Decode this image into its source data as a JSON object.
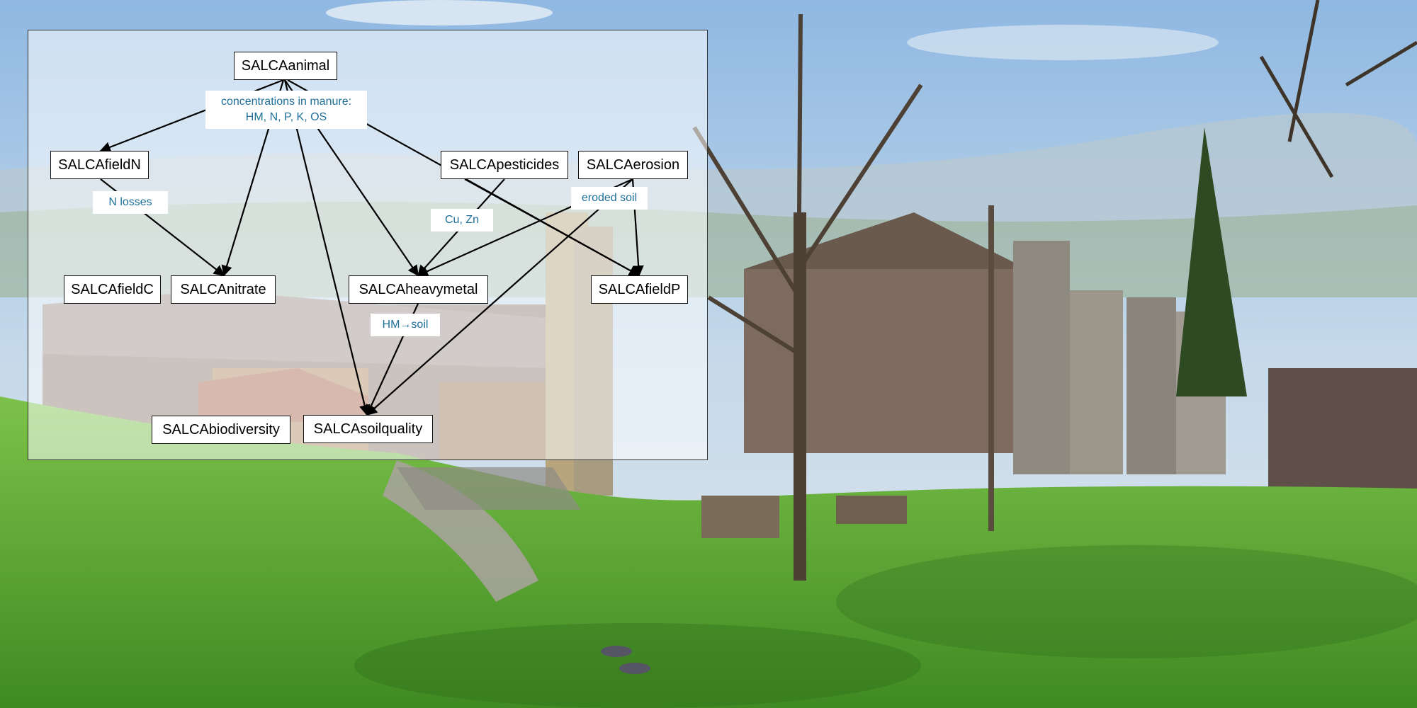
{
  "nodes": {
    "animal": "SALCAanimal",
    "fieldN": "SALCAfieldN",
    "pesticides": "SALCApesticides",
    "erosion": "SALCAerosion",
    "fieldC": "SALCAfieldC",
    "nitrate": "SALCAnitrate",
    "heavymetal": "SALCAheavymetal",
    "fieldP": "SALCAfieldP",
    "biodiversity": "SALCAbiodiversity",
    "soilquality": "SALCAsoilquality"
  },
  "edge_labels": {
    "manure_line1": "concentrations in manure:",
    "manure_line2": "HM, N, P, K, OS",
    "n_losses": "N losses",
    "cu_zn": "Cu, Zn",
    "eroded_soil": "eroded soil",
    "hm_soil": "HM→soil"
  },
  "edges": [
    {
      "from": "animal",
      "to": "fieldN"
    },
    {
      "from": "animal",
      "to": "nitrate"
    },
    {
      "from": "animal",
      "to": "heavymetal"
    },
    {
      "from": "animal",
      "to": "soilquality"
    },
    {
      "from": "animal",
      "to": "fieldP"
    },
    {
      "from": "fieldN",
      "to": "nitrate"
    },
    {
      "from": "pesticides",
      "to": "heavymetal"
    },
    {
      "from": "pesticides",
      "to": "fieldP"
    },
    {
      "from": "erosion",
      "to": "heavymetal"
    },
    {
      "from": "erosion",
      "to": "soilquality"
    },
    {
      "from": "erosion",
      "to": "fieldP"
    },
    {
      "from": "heavymetal",
      "to": "soilquality"
    }
  ],
  "colors": {
    "sky": "#aac8e4",
    "grass": "#5fa53a",
    "edge_label_text": "#1f6f9a",
    "arrow": "#000000"
  }
}
